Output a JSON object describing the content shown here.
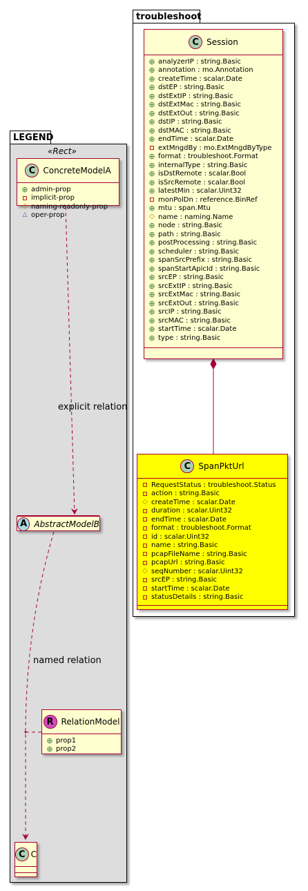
{
  "packages": {
    "legend": {
      "title": "LEGEND",
      "stereotype": "«Rect»"
    },
    "troubleshoot": {
      "title": "troubleshoot"
    }
  },
  "colors": {
    "class_fill": "#fefece",
    "highlight_fill": "#ffff00",
    "border": "#a80036",
    "legend_bg": "#dddddd"
  },
  "legend": {
    "concrete": {
      "kind": "C",
      "name": "ConcreteModelA",
      "attrs": [
        {
          "vis": "+",
          "text": "admin-prop"
        },
        {
          "vis": "-",
          "text": "implicit-prop"
        },
        {
          "vis": "#",
          "text": "naming-readonly-prop"
        },
        {
          "vis": "~",
          "text": "oper-prop"
        }
      ]
    },
    "abstract": {
      "kind": "A",
      "name": "AbstractModelB"
    },
    "relation_model": {
      "kind": "R",
      "name": "RelationModel",
      "attrs": [
        {
          "vis": "+",
          "text": "prop1"
        },
        {
          "vis": "+",
          "text": "prop2"
        }
      ]
    },
    "c": {
      "kind": "C",
      "name": "C"
    },
    "explicit_label": "explicit relation",
    "named_label": "named relation"
  },
  "session": {
    "kind": "C",
    "name": "Session",
    "attrs": [
      {
        "vis": "+",
        "text": "analyzerIP : string.Basic"
      },
      {
        "vis": "+",
        "text": "annotation : mo.Annotation"
      },
      {
        "vis": "+",
        "text": "createTime : scalar.Date"
      },
      {
        "vis": "+",
        "text": "dstEP : string.Basic"
      },
      {
        "vis": "+",
        "text": "dstExtIP : string.Basic"
      },
      {
        "vis": "+",
        "text": "dstExtMac : string.Basic"
      },
      {
        "vis": "+",
        "text": "dstExtOut : string.Basic"
      },
      {
        "vis": "+",
        "text": "dstIP : string.Basic"
      },
      {
        "vis": "+",
        "text": "dstMAC : string.Basic"
      },
      {
        "vis": "+",
        "text": "endTime : scalar.Date"
      },
      {
        "vis": "-",
        "text": "extMngdBy : mo.ExtMngdByType"
      },
      {
        "vis": "+",
        "text": "format : troubleshoot.Format"
      },
      {
        "vis": "+",
        "text": "internalType : string.Basic"
      },
      {
        "vis": "+",
        "text": "isDstRemote : scalar.Bool"
      },
      {
        "vis": "+",
        "text": "isSrcRemote : scalar.Bool"
      },
      {
        "vis": "+",
        "text": "latestMin : scalar.Uint32"
      },
      {
        "vis": "-",
        "text": "monPolDn : reference.BinRef"
      },
      {
        "vis": "+",
        "text": "mtu : span.Mtu"
      },
      {
        "vis": "#",
        "text": "name : naming.Name"
      },
      {
        "vis": "+",
        "text": "node : string.Basic"
      },
      {
        "vis": "+",
        "text": "path : string.Basic"
      },
      {
        "vis": "+",
        "text": "postProcessing : string.Basic"
      },
      {
        "vis": "+",
        "text": "scheduler : string.Basic"
      },
      {
        "vis": "+",
        "text": "spanSrcPrefix : string.Basic"
      },
      {
        "vis": "+",
        "text": "spanStartApicId : string.Basic"
      },
      {
        "vis": "+",
        "text": "srcEP : string.Basic"
      },
      {
        "vis": "+",
        "text": "srcExtIP : string.Basic"
      },
      {
        "vis": "+",
        "text": "srcExtMac : string.Basic"
      },
      {
        "vis": "+",
        "text": "srcExtOut : string.Basic"
      },
      {
        "vis": "+",
        "text": "srcIP : string.Basic"
      },
      {
        "vis": "+",
        "text": "srcMAC : string.Basic"
      },
      {
        "vis": "+",
        "text": "startTime : scalar.Date"
      },
      {
        "vis": "+",
        "text": "type : string.Basic"
      }
    ]
  },
  "spanpkturl": {
    "kind": "C",
    "name": "SpanPktUrl",
    "attrs": [
      {
        "vis": "-",
        "text": "RequestStatus : troubleshoot.Status"
      },
      {
        "vis": "-",
        "text": "action : string.Basic"
      },
      {
        "vis": "#",
        "text": "createTime : scalar.Date"
      },
      {
        "vis": "-",
        "text": "duration : scalar.Uint32"
      },
      {
        "vis": "-",
        "text": "endTime : scalar.Date"
      },
      {
        "vis": "-",
        "text": "format : troubleshoot.Format"
      },
      {
        "vis": "-",
        "text": "id : scalar.Uint32"
      },
      {
        "vis": "-",
        "text": "name : string.Basic"
      },
      {
        "vis": "-",
        "text": "pcapFileName : string.Basic"
      },
      {
        "vis": "-",
        "text": "pcapUrl : string.Basic"
      },
      {
        "vis": "#",
        "text": "seqNumber : scalar.Uint32"
      },
      {
        "vis": "-",
        "text": "srcEP : string.Basic"
      },
      {
        "vis": "-",
        "text": "startTime : scalar.Date"
      },
      {
        "vis": "-",
        "text": "statusDetails : string.Basic"
      }
    ]
  }
}
